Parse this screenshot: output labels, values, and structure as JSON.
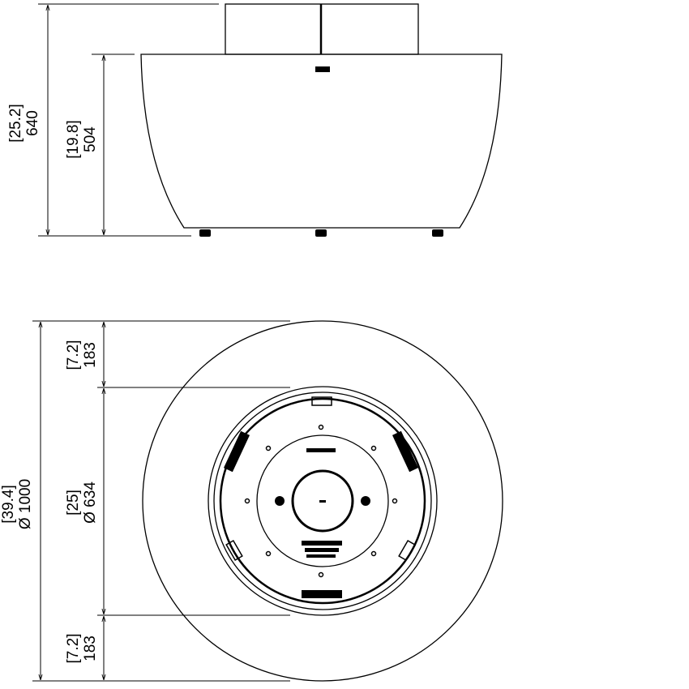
{
  "side_view": {
    "overall_height": {
      "inches": "[25.2]",
      "mm": "640"
    },
    "body_height": {
      "inches": "[19.8]",
      "mm": "504"
    }
  },
  "top_view": {
    "outer_diameter": {
      "inches": "[39.4]",
      "mm": "Ø 1000"
    },
    "rim_top": {
      "inches": "[7.2]",
      "mm": "183"
    },
    "inner_diameter": {
      "inches": "[25]",
      "mm": "Ø 634"
    },
    "rim_bottom": {
      "inches": "[7.2]",
      "mm": "183"
    }
  },
  "colors": {
    "line": "#000000",
    "background": "#ffffff"
  }
}
